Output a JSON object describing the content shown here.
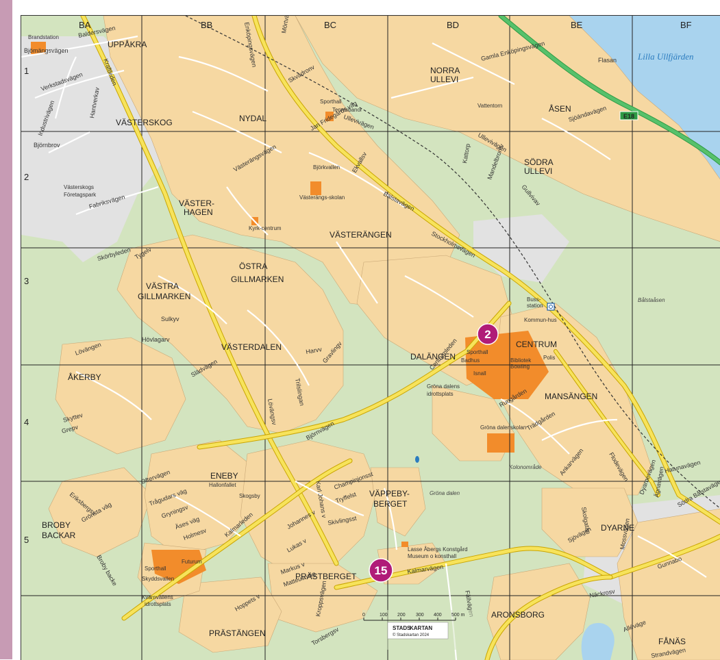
{
  "map": {
    "columns": [
      "BA",
      "BB",
      "BC",
      "BD",
      "BE",
      "BF"
    ],
    "rows": [
      "1",
      "2",
      "3",
      "4",
      "5"
    ],
    "water": "Lilla Ullfjärden",
    "road_shield": "E18",
    "markers": [
      {
        "label": "2",
        "color": "#b01c78"
      },
      {
        "label": "15",
        "color": "#b01c78"
      }
    ],
    "districts": {
      "uppakra": "UPPÅKRA",
      "norra_ullevi_1": "NORRA",
      "norra_ullevi_2": "ULLEVI",
      "asen": "ÅSEN",
      "vasterskog": "VÄSTERSKOG",
      "nydal": "NYDAL",
      "sodra_ullevi_1": "SÖDRA",
      "sodra_ullevi_2": "ULLEVI",
      "vasterhagen_1": "VÄSTER-",
      "vasterhagen_2": "HAGEN",
      "vasterangen": "VÄSTERÄNGEN",
      "ostra_gillmarken_1": "ÖSTRA",
      "ostra_gillmarken_2": "GILLMARKEN",
      "vastra_gillmarken_1": "VÄSTRA",
      "vastra_gillmarken_2": "GILLMARKEN",
      "centrum": "CENTRUM",
      "dalangen": "DALÄNGEN",
      "vasterdalen": "VÄSTERDALEN",
      "akerby": "ÅKERBY",
      "mansangen": "MANSÄNGEN",
      "eneby": "ENEBY",
      "vappeby_1": "VÄPPEBY-",
      "vappeby_2": "BERGET",
      "dyarne": "DYARNE",
      "broby_1": "BROBY",
      "broby_2": "BACKAR",
      "prastberget": "PRÄSTBERGET",
      "aronsborg": "ARONSBORG",
      "prastangen": "PRÄSTÄNGEN",
      "fanas": "FÅNÄS"
    },
    "places": {
      "brandstation": "Brandstation",
      "vasterskogs_1": "Västerskogs",
      "vasterskogs_2": "Företagspark",
      "sporthall_nydal": "Sporthall",
      "tennisbanor": "Tennisbanor",
      "vattentorn": "Vattentorn",
      "bjorkvallen": "Björkvallen",
      "vasterangsskolan": "Västerängs-skolan",
      "kyrkcentrum": "Kyrk-centrum",
      "buss_1": "Buss-",
      "buss_2": "station",
      "kommunhus": "Kommun-hus",
      "sporthall_c": "Sporthall",
      "badhus": "Badhus",
      "bibliotek": "Bibliotek",
      "bowling": "Bowling",
      "isnall": "Isnall",
      "polis": "Polis",
      "grona_dalens_1": "Gröna dalens",
      "grona_dalens_2": "idrottsplats",
      "grona_dalenskolan": "Gröna dalenskolan",
      "grona_dalen": "Gröna dalen",
      "kolonomrade": "Kolonområde",
      "balstaasen": "Bålstaåsen",
      "sporthall_broby": "Sporthall",
      "futurum": "Futurum",
      "skyddsvallen": "Skyddsvallen",
      "kvarnvallens_1": "Kvarnvallens",
      "kvarnvallens_2": "idrottsplats",
      "lasse_1": "Lasse Åbergs Konstgård",
      "lasse_2": "Museum o konsthall",
      "hallonfallet": "Hallonfallet",
      "skogsby": "Skogsby"
    },
    "streets": [
      "Baldersvägen",
      "Bjömängsvägen",
      "Verkstadsvägen",
      "Industrivägen",
      "Hantverkav",
      "Björnbrov",
      "Fabriksvägen",
      "Kraftleden",
      "Enköpingsvägen",
      "Mörtvägen",
      "Skvadronv",
      "Ullevivägen",
      "Gamla Enköpingsvägen",
      "Flasan",
      "Sjöändavägen",
      "Västerängsvägen",
      "Stockholmsvägen",
      "Bälstavägen",
      "Jan Fridegårds väg",
      "Skörbyleden",
      "Tygelv",
      "Ekvallsv",
      "Kattorp",
      "Mandelbromv",
      "Gullvivav",
      "Ullevivägen",
      "Centrumleden",
      "Björnvägen",
      "Kalmarleden",
      "Kalmarvägen",
      "Hatunavägen",
      "Dyarnevägen",
      "Södra Bålstavägen",
      "Ägnavägen",
      "Mossvägen",
      "Sjövägen",
      "Gunnabo",
      "Näckrosv",
      "Alléväge",
      "Strandvägen",
      "Rungården",
      "Trädgården",
      "Flodevägen",
      "Ankarvägen",
      "Fällvägen",
      "Skolgatan",
      "Lövängsv",
      "Trilslingan",
      "Harvv",
      "Gravlingv",
      "Hövlagarv",
      "Sulkyv",
      "Slädvägen",
      "Grepv",
      "Skyttev",
      "Lövängen",
      "Oftervägen",
      "Trågudars väg",
      "Gryningsv",
      "Äses väg",
      "Holmesv",
      "Champinjonsst",
      "Tryffelst",
      "Skivlingsst",
      "Markus v",
      "Matteus väg",
      "Lukas v",
      "Johannes v",
      "Karl Johans v",
      "Hoppets v",
      "Torsbergsv",
      "Kroppsvägen",
      "Eriksbergsv",
      "Grönsta väg",
      "Broby backe"
    ],
    "scalebar": {
      "ticks": [
        "0",
        "100",
        "200",
        "300",
        "400",
        "500 m"
      ],
      "brand_1": "STADS",
      "brand_2": "KARTAN",
      "copyright": "© Stadskartan 2024"
    }
  }
}
